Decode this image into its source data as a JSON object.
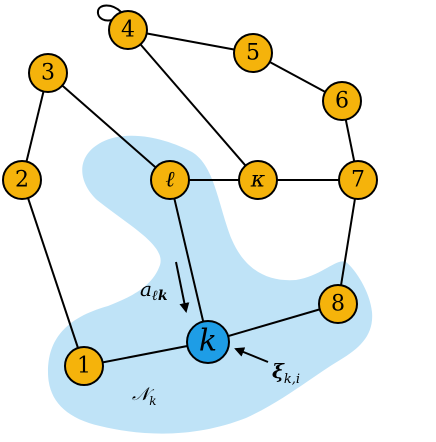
{
  "colors": {
    "node_fill": "#f5b30b",
    "focus_node_fill": "#1e9de6",
    "neighborhood_fill": "#bfe3f7",
    "edge": "#000000"
  },
  "nodes": {
    "n1": "1",
    "n2": "2",
    "n3": "3",
    "n4": "4",
    "n5": "5",
    "n6": "6",
    "n7": "7",
    "n8": "8",
    "ell": "ℓ",
    "kappa": "κ",
    "k": "k"
  },
  "edges": [
    [
      "n4",
      "n4"
    ],
    [
      "n4",
      "n5"
    ],
    [
      "n5",
      "n6"
    ],
    [
      "n6",
      "n7"
    ],
    [
      "n4",
      "kappa"
    ],
    [
      "n3",
      "n2"
    ],
    [
      "n3",
      "ell"
    ],
    [
      "n2",
      "n1"
    ],
    [
      "ell",
      "kappa"
    ],
    [
      "kappa",
      "n7"
    ],
    [
      "ell",
      "k"
    ],
    [
      "n7",
      "n8"
    ],
    [
      "n8",
      "k"
    ],
    [
      "n1",
      "k"
    ]
  ],
  "annotations": {
    "combination_weight": {
      "symbol": "a",
      "subscript": "ℓk"
    },
    "neighborhood": {
      "symbol": "𝒩",
      "subscript": "k"
    },
    "input": {
      "symbol": "ξ",
      "subscript": "k,i"
    }
  }
}
